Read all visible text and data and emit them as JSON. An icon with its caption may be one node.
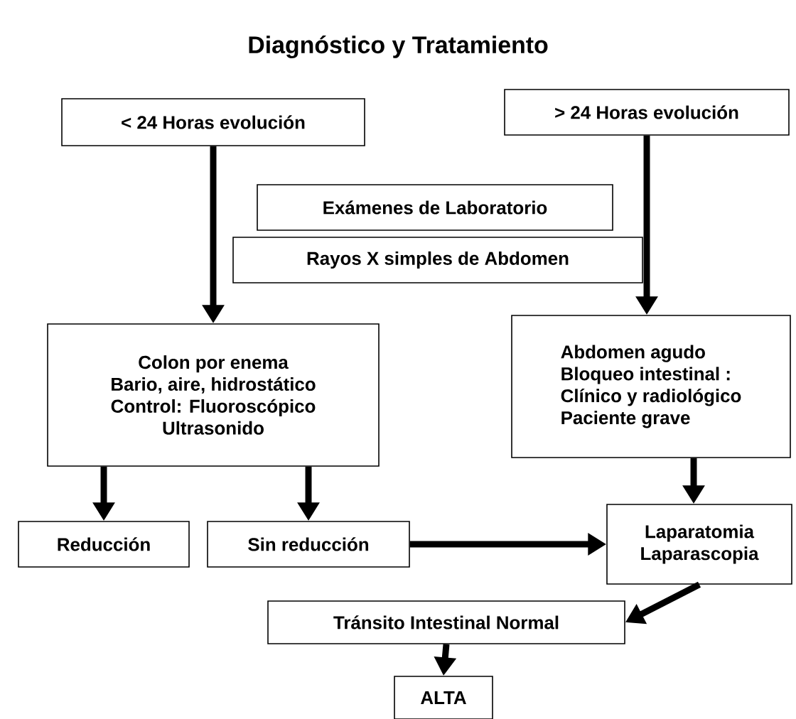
{
  "diagram": {
    "title": "Diagnóstico y Tratamiento",
    "nodes": [
      {
        "text": [
          "< 24 Horas evolución"
        ]
      },
      {
        "text": [
          "> 24 Horas evolución"
        ]
      },
      {
        "text": [
          "Exámenes de Laboratorio"
        ]
      },
      {
        "text": [
          "Rayos X simples de Abdomen"
        ]
      },
      {
        "text": [
          "Colon por enema",
          "Bario, aire, hidrostático",
          "Control: Fluoroscópico",
          "Ultrasonido"
        ]
      },
      {
        "text": [
          "Abdomen agudo",
          "Bloqueo intestinal :",
          "Clínico y radiológico",
          "Paciente grave"
        ]
      },
      {
        "text": [
          "Reducción"
        ]
      },
      {
        "text": [
          "Sin reducción"
        ]
      },
      {
        "text": [
          "Laparatomia",
          "Laparascopia"
        ]
      },
      {
        "text": [
          "Tránsito Intestinal Normal"
        ]
      },
      {
        "text": [
          "ALTA"
        ]
      }
    ],
    "edges": [
      {
        "from": 0,
        "to": 4,
        "arrow": "to"
      },
      {
        "from": 1,
        "to": 5,
        "arrow": "to"
      },
      {
        "from": 4,
        "to": 6,
        "arrow": "to"
      },
      {
        "from": 4,
        "to": 7,
        "arrow": "to"
      },
      {
        "from": 7,
        "to": 8,
        "arrow": "to"
      },
      {
        "from": 5,
        "to": 8,
        "arrow": "to"
      },
      {
        "from": 8,
        "to": 9,
        "arrow": "to"
      },
      {
        "from": 9,
        "to": 10,
        "arrow": "to"
      }
    ]
  }
}
